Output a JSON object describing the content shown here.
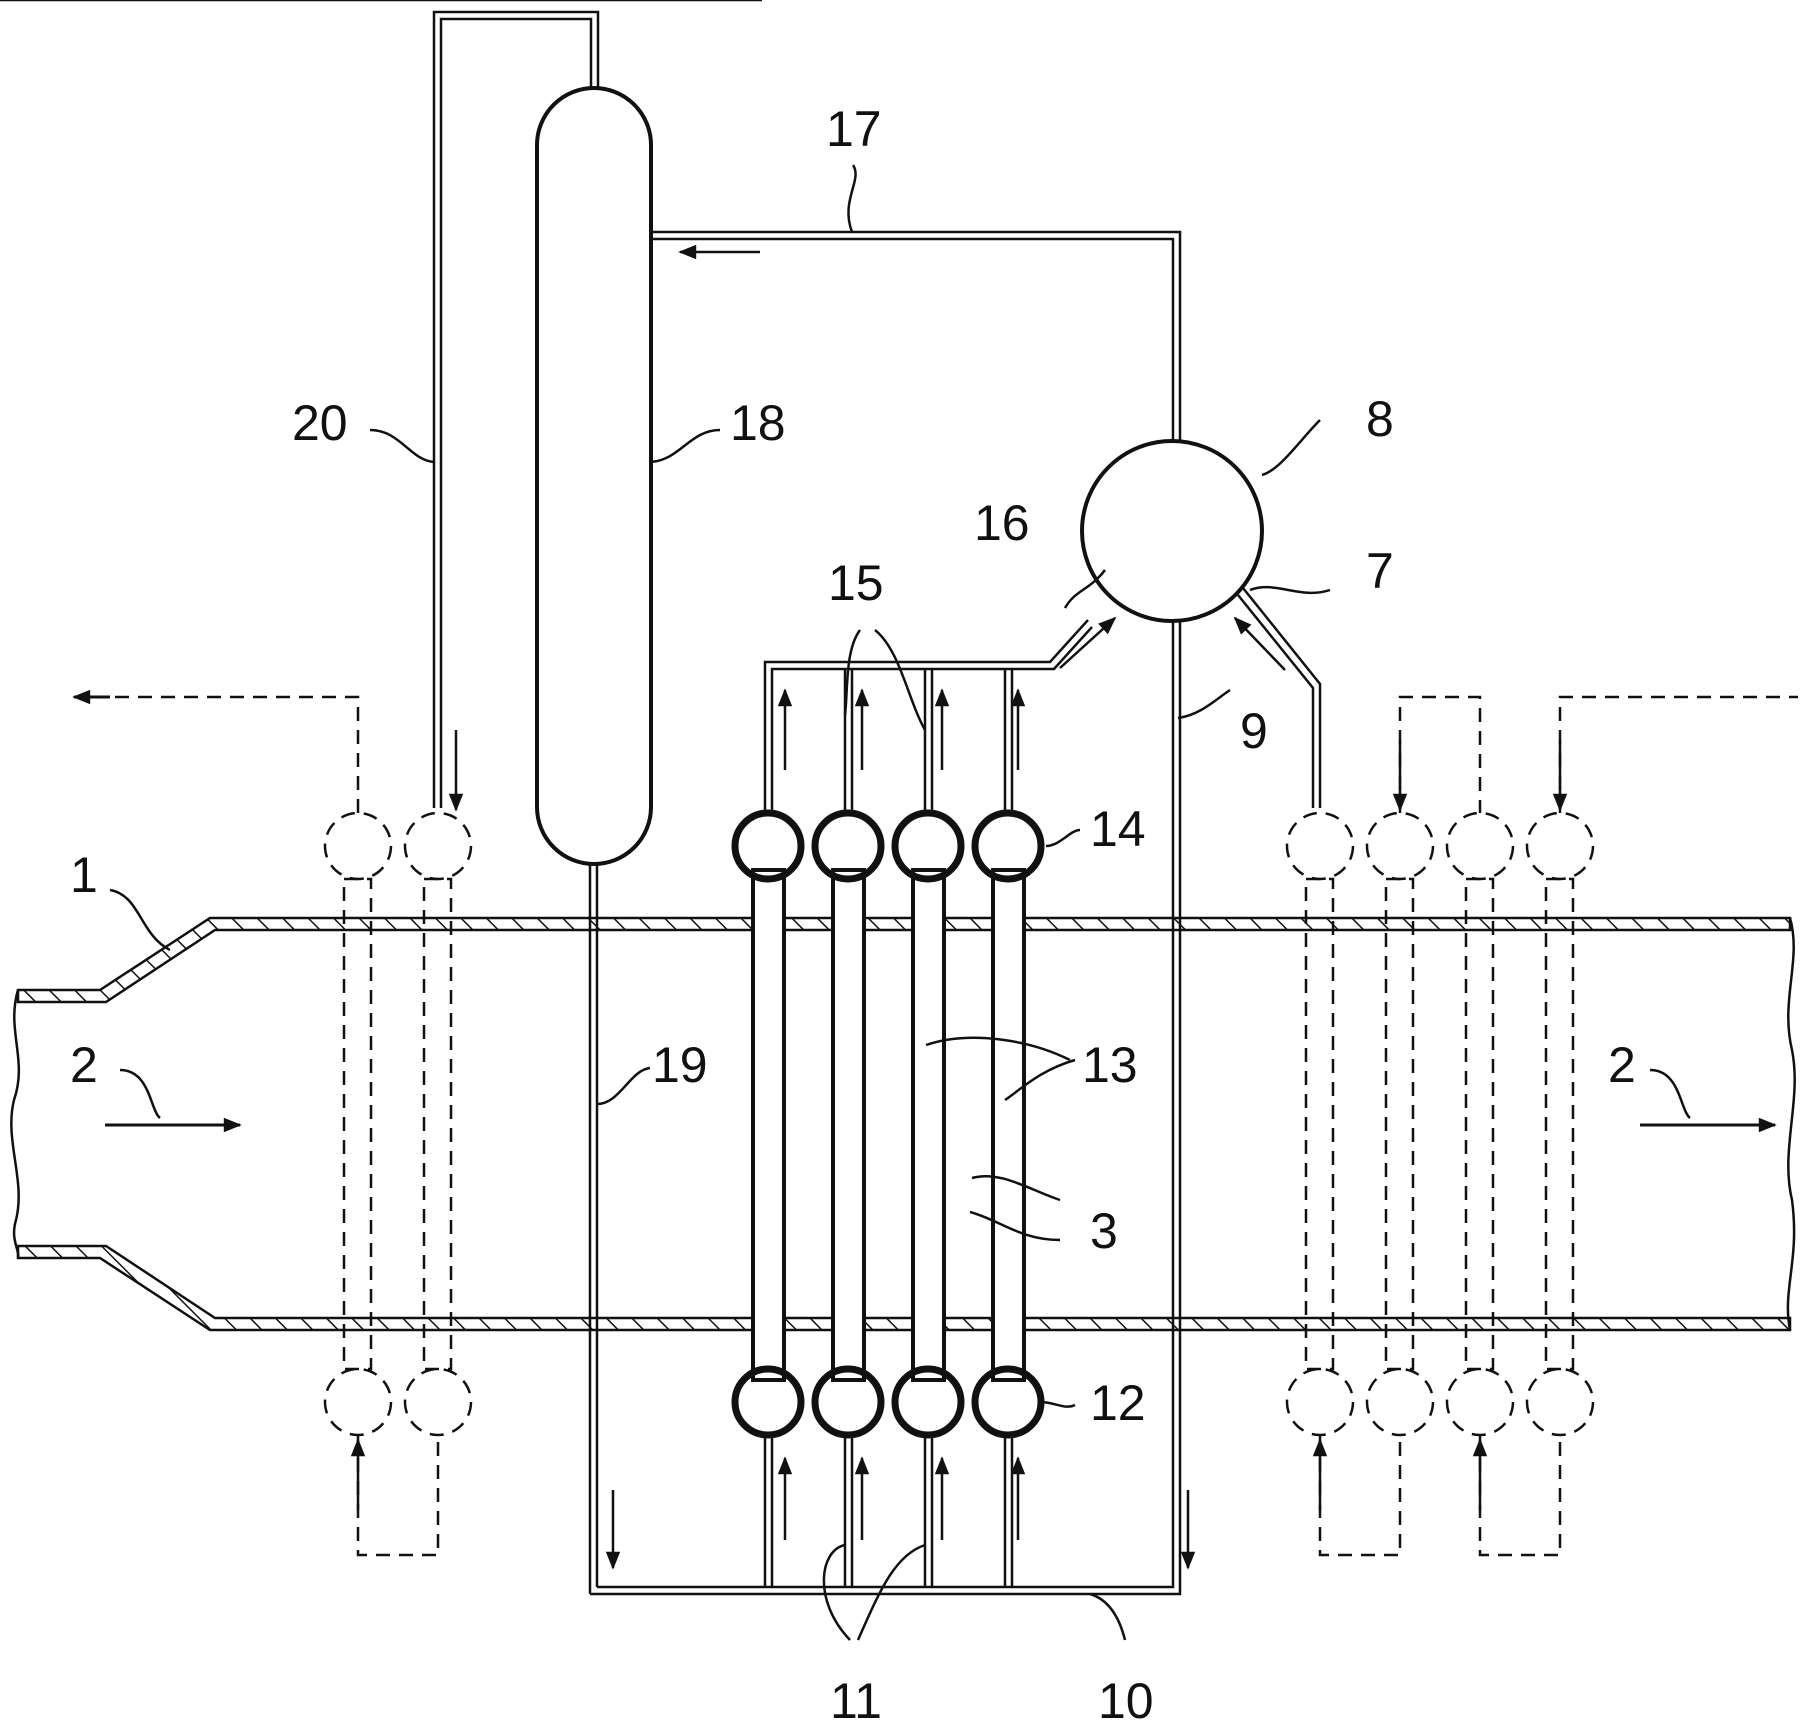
{
  "colors": {
    "line": "#111111",
    "background": "#ffffff"
  },
  "labels": {
    "duct": "1",
    "flow_in": "2",
    "flow_out": "2",
    "gas_space": "3",
    "riser_from_drum": "7",
    "drum": "8",
    "downcomer_9": "9",
    "lower_header_line": "10",
    "inlet_pipes": "11",
    "inlet_header": "12",
    "tubes": "13",
    "outlet_header": "14",
    "outlet_pipes": "15",
    "riser_to_drum": "16",
    "steam_line": "17",
    "separator": "18",
    "downcomer_19": "19",
    "line_20": "20"
  }
}
